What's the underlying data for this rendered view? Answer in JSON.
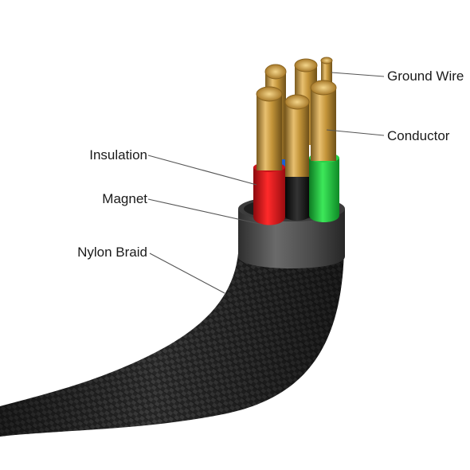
{
  "labels": {
    "ground_wire": "Ground Wire",
    "conductor": "Conductor",
    "insulation": "Insulation",
    "magnet": "Magnet",
    "nylon_braid": "Nylon Braid"
  },
  "colors": {
    "background": "#ffffff",
    "braid": "#2a2a2a",
    "magnet_ring": "#4a4a4a",
    "insulation_red": "#e8151b",
    "insulation_green": "#1fc43a",
    "insulation_black": "#111111",
    "insulation_blue": "#1a5fd0",
    "copper": "#c89a3c",
    "leader_line": "#555555"
  },
  "icons": {
    "cable": "cable-cross-section-illustration"
  }
}
